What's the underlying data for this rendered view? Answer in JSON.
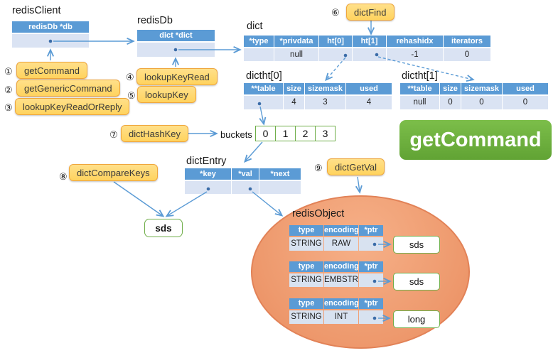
{
  "colors": {
    "table_header": "#5B9BD5",
    "table_row": "#DAE3F3",
    "callout_fill": "#FFD35E",
    "callout_border": "#EFA63D",
    "badge_green": "#6FB53F",
    "box_border_green": "#6FAE49",
    "ellipse_fill": "#EE9A6E",
    "arrow_blue": "#5B9BD5"
  },
  "titles": {
    "redisClient": "redisClient",
    "redisDb": "redisDb",
    "dict": "dict",
    "dictht0": "dictht[0]",
    "dictht1": "dictht[1]",
    "dictEntry": "dictEntry",
    "redisObject": "redisObject",
    "buckets": "buckets"
  },
  "redisClient": {
    "header": "redisDb *db"
  },
  "redisDb": {
    "header": "dict *dict"
  },
  "dict": {
    "headers": [
      "*type",
      "*privdata",
      "ht[0]",
      "ht[1]",
      "rehashidx",
      "iterators"
    ],
    "row": {
      "privdata": "null",
      "rehashidx": "-1",
      "iterators": "0"
    }
  },
  "dictht0": {
    "headers": [
      "**table",
      "size",
      "sizemask",
      "used"
    ],
    "row": {
      "size": "4",
      "sizemask": "3",
      "used": "4"
    }
  },
  "dictht1": {
    "headers": [
      "**table",
      "size",
      "sizemask",
      "used"
    ],
    "row": {
      "table": "null",
      "size": "0",
      "sizemask": "0",
      "used": "0"
    }
  },
  "buckets": {
    "cells": [
      "0",
      "1",
      "2",
      "3"
    ]
  },
  "dictEntry": {
    "headers": [
      "*key",
      "*val",
      "*next"
    ]
  },
  "redisObject": {
    "headers": [
      "type",
      "encoding",
      "*ptr"
    ],
    "rows": [
      {
        "type": "STRING",
        "encoding": "RAW",
        "target": "sds"
      },
      {
        "type": "STRING",
        "encoding": "EMBSTR",
        "target": "sds"
      },
      {
        "type": "STRING",
        "encoding": "INT",
        "target": "long"
      }
    ]
  },
  "sds_box": "sds",
  "callouts": [
    {
      "num": "①",
      "label": "getCommand"
    },
    {
      "num": "②",
      "label": "getGenericCommand"
    },
    {
      "num": "③",
      "label": "lookupKeyReadOrReply"
    },
    {
      "num": "④",
      "label": "lookupKeyRead"
    },
    {
      "num": "⑤",
      "label": "lookupKey"
    },
    {
      "num": "⑥",
      "label": "dictFind"
    },
    {
      "num": "⑦",
      "label": "dictHashKey"
    },
    {
      "num": "⑧",
      "label": "dictCompareKeys"
    },
    {
      "num": "⑨",
      "label": "dictGetVal"
    }
  ],
  "badge": {
    "label": "getCommand"
  }
}
